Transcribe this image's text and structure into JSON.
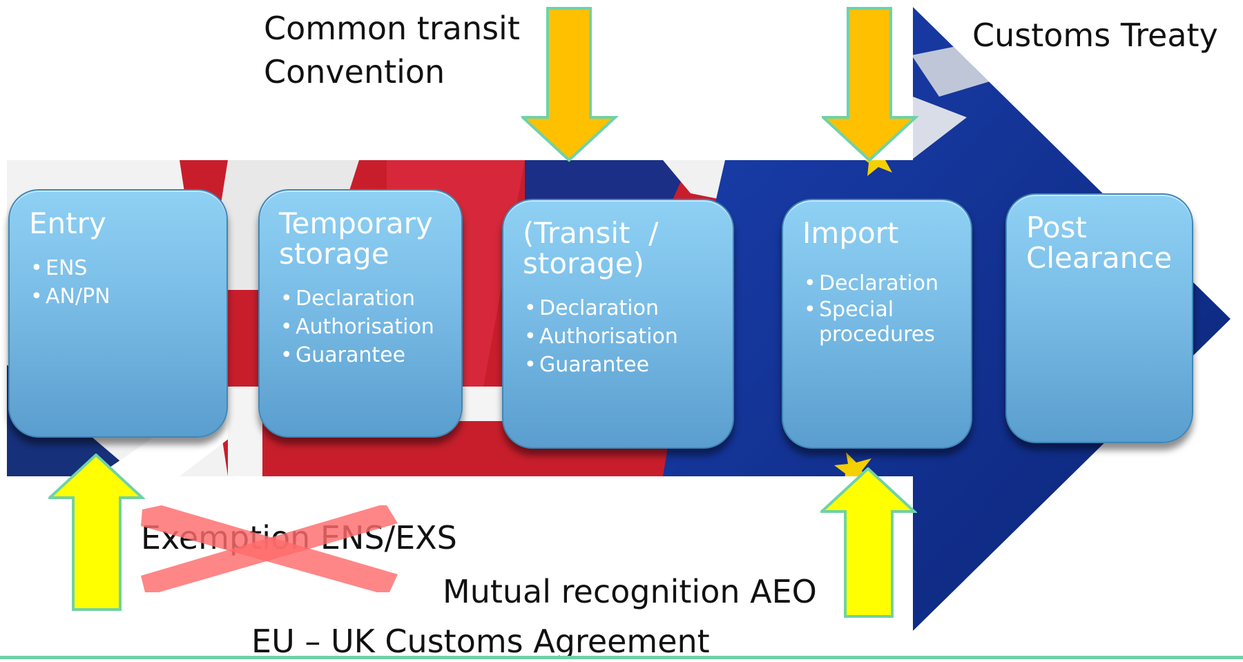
{
  "header": {
    "common_transit": [
      "Common transit",
      "Convention"
    ],
    "customs_treaty": "Customs Treaty"
  },
  "steps": [
    {
      "title": "Entry",
      "items": [
        "ENS",
        "AN/PN"
      ]
    },
    {
      "title": "Temporary storage",
      "title_lines": [
        "Temporary",
        "storage"
      ],
      "items": [
        "Declaration",
        "Authorisation",
        "Guarantee"
      ]
    },
    {
      "title": "(Transit / storage)",
      "title_lines": [
        "(Transit  /",
        "storage)"
      ],
      "items": [
        "Declaration",
        "Authorisation",
        "Guarantee"
      ]
    },
    {
      "title": "Import",
      "items": [
        "Declaration",
        "Special procedures"
      ]
    },
    {
      "title": "Post Clearance",
      "title_lines": [
        "Post",
        "Clearance"
      ],
      "items": []
    }
  ],
  "footer": {
    "exemption": "Exemption ENS/EXS",
    "mutual_recognition": "Mutual recognition AEO",
    "agreement": "EU – UK Customs Agreement"
  },
  "colors": {
    "top_arrows": "#ffc000",
    "bottom_arrows": "#ffff00",
    "arrow_outline": "#6fd2a6",
    "box": "#79bce6",
    "strike": "#ff6b6b",
    "eu_blue": "#12308f",
    "uk_red": "#c81e2c"
  }
}
